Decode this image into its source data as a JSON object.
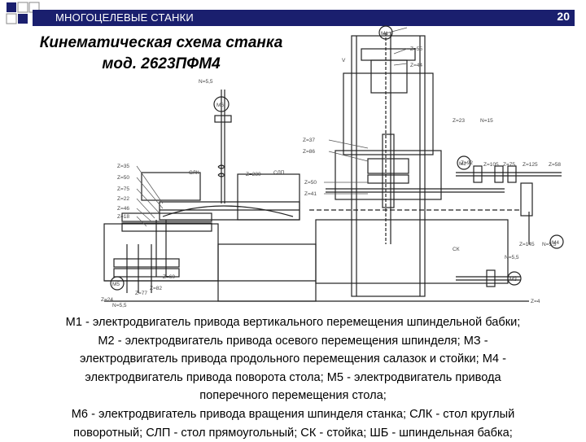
{
  "header": {
    "title": "МНОГОЦЕЛЕВЫЕ СТАНКИ",
    "slide_number": "20"
  },
  "title": {
    "line1": "Кинематическая схема станка",
    "line2": "мод. 2623ПФМ4"
  },
  "diagram": {
    "motors": [
      "M1",
      "M2",
      "M3",
      "M4",
      "M5",
      "M6"
    ],
    "labels": {
      "z55": "Z=55",
      "z44": "Z=44",
      "v": "V",
      "z23": "Z=23",
      "n15": "N=15",
      "z37": "Z=37",
      "z86": "Z=86",
      "z92": "Z=92",
      "z105": "Z=105",
      "z75": "Z=75",
      "z125": "Z=125",
      "z58": "Z=58",
      "z50a": "Z=50",
      "z41": "Z=41",
      "z280": "Z=280",
      "z35": "Z=35",
      "z50b": "Z=50",
      "z75b": "Z=75",
      "z22": "Z=22",
      "z46": "Z=46",
      "z18": "Z=18",
      "z60": "Z=60",
      "z82": "Z=82",
      "z77": "Z=77",
      "z24": "Z=24",
      "z145": "Z=145",
      "n55a": "N=5,5",
      "n55b": "N=5,5",
      "n55c": "N=5,5",
      "n55d": "N=5,5",
      "slk": "СЛК",
      "slp": "СЛП",
      "sk": "СК",
      "z4": "Z=4"
    }
  },
  "legend": [
    "М1 - электродвигатель привода вертикального перемещения шпиндельной бабки;",
    "М2 - электродвигатель привода осевого перемещения шпинделя;  МЗ -",
    "электродвигатель привода продольного перемещения салазок и стойки; М4 -",
    "электродвигатель привода поворота стола; М5 - электродвигатель привода",
    "поперечного перемещения стола;",
    "М6 - электродвигатель привода вращения шпинделя станка; СЛК - стол круглый",
    "поворотный; СЛП - стол прямоугольный; СК - стойка; ШБ - шпиндельная бабка;"
  ]
}
